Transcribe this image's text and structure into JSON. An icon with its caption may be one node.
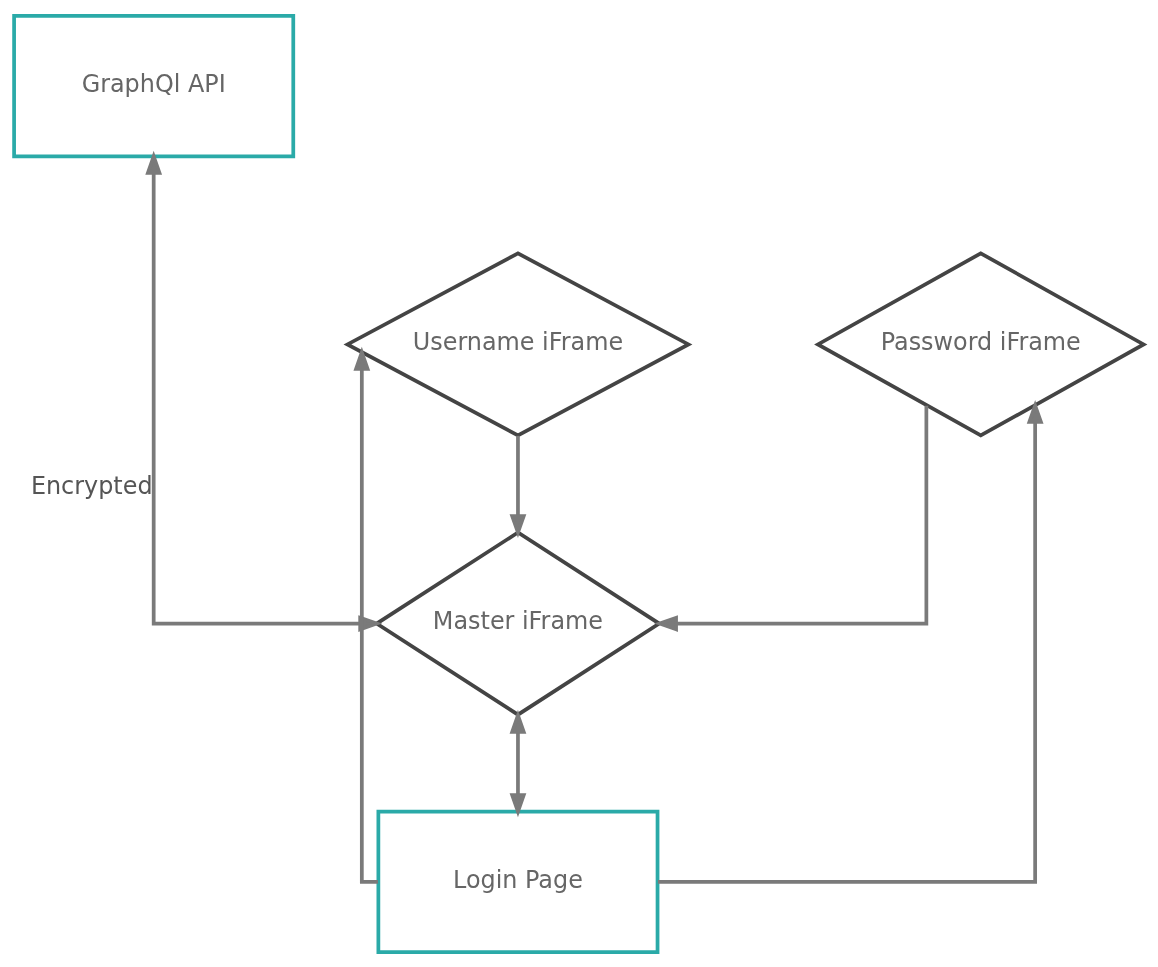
{
  "diagram": {
    "nodes": [
      {
        "text": [
          "GraphQl API"
        ]
      },
      {
        "text": [
          "Username iFrame"
        ]
      },
      {
        "text": [
          "Master iFrame"
        ]
      },
      {
        "text": [
          "Password iFrame"
        ]
      },
      {
        "text": [
          "Login Page"
        ]
      }
    ],
    "edges": [
      {
        "from": 0,
        "to": 2,
        "arrow": "both",
        "label": "Encrypted"
      },
      {
        "from": 1,
        "to": 2,
        "arrow": "to"
      },
      {
        "from": 3,
        "to": 2,
        "arrow": "to"
      },
      {
        "from": 4,
        "to": 2,
        "arrow": "both"
      },
      {
        "from": 4,
        "to": 1,
        "arrow": "to"
      },
      {
        "from": 4,
        "to": 3,
        "arrow": "to"
      }
    ]
  }
}
